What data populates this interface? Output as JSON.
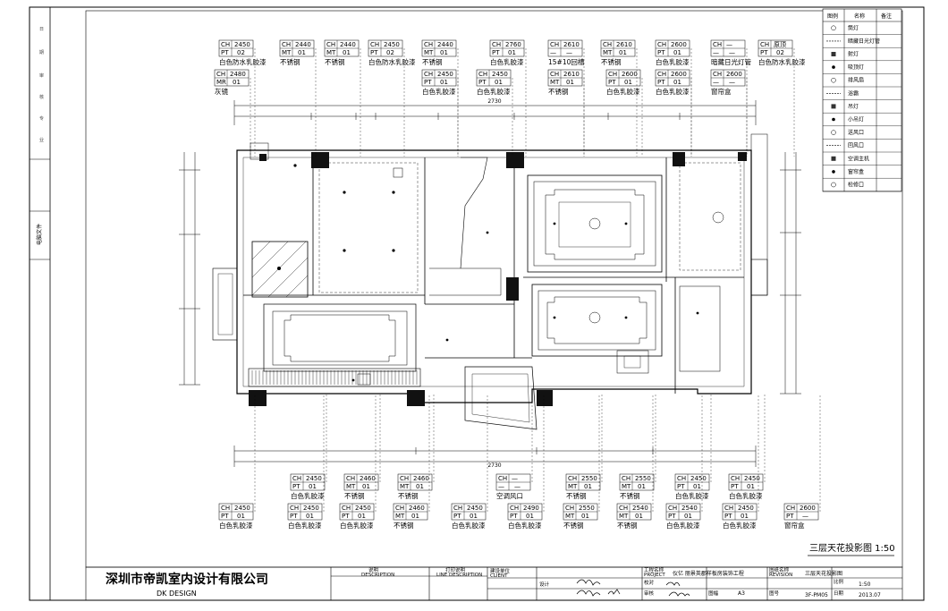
{
  "sheet_title": "三层天花投影图 1:50",
  "company": {
    "name": "深圳市帝凯室内设计有限公司",
    "english": "DK DESIGN"
  },
  "side_label": "电脑文件",
  "legend": {
    "header": [
      "图例",
      "名称",
      "备注"
    ],
    "items": [
      {
        "icon": "downlight-icon",
        "name": "筒灯"
      },
      {
        "icon": "led-strip-icon",
        "name": "暗藏日光灯管"
      },
      {
        "icon": "spotlight-icon",
        "name": "射灯"
      },
      {
        "icon": "ceiling-lamp-icon",
        "name": "吸顶灯"
      },
      {
        "icon": "exhaust-fan-icon",
        "name": "排风扇"
      },
      {
        "icon": "heater-icon",
        "name": "浴霸"
      },
      {
        "icon": "pendant-lamp-icon",
        "name": "吊灯"
      },
      {
        "icon": "small-spot-icon",
        "name": "小吊灯"
      },
      {
        "icon": "supply-vent-icon",
        "name": "送风口"
      },
      {
        "icon": "return-vent-icon",
        "name": "回风口"
      },
      {
        "icon": "ac-line-icon",
        "name": "空调主机"
      },
      {
        "icon": "curtain-box-icon",
        "name": "窗帘盒"
      },
      {
        "icon": "access-panel-icon",
        "name": "检修口"
      }
    ]
  },
  "top_tags_row1": [
    {
      "ch": "2450",
      "code": "PT",
      "num": "02",
      "name": "白色防水乳胶漆"
    },
    {
      "ch": "2440",
      "code": "MT",
      "num": "01",
      "name": "不锈钢"
    },
    {
      "ch": "2440",
      "code": "MT",
      "num": "01",
      "name": "不锈钢"
    },
    {
      "ch": "2450",
      "code": "PT",
      "num": "02",
      "name": "白色防水乳胶漆"
    },
    {
      "ch": "2440",
      "code": "MT",
      "num": "01",
      "name": "不锈钢"
    },
    {
      "ch": "2760",
      "code": "PT",
      "num": "01",
      "name": "白色乳胶漆"
    },
    {
      "ch": "2610",
      "code": "—",
      "num": "—",
      "name": "15#10回槽"
    },
    {
      "ch": "2610",
      "code": "MT",
      "num": "01",
      "name": "不锈钢"
    },
    {
      "ch": "2600",
      "code": "PT",
      "num": "01",
      "name": "白色乳胶漆"
    },
    {
      "ch": "—",
      "code": "—",
      "num": "—",
      "name": "暗藏日光灯管"
    },
    {
      "ch": "原顶",
      "code": "PT",
      "num": "02",
      "name": "白色防水乳胶漆"
    }
  ],
  "top_tags_row2": [
    {
      "ch": "2480",
      "code": "MR",
      "num": "01",
      "name": "灰镜"
    },
    {
      "ch": "2450",
      "code": "PT",
      "num": "01",
      "name": "白色乳胶漆"
    },
    {
      "ch": "2450",
      "code": "PT",
      "num": "01",
      "name": "白色乳胶漆"
    },
    {
      "ch": "2610",
      "code": "MT",
      "num": "01",
      "name": "不锈钢"
    },
    {
      "ch": "2600",
      "code": "PT",
      "num": "01",
      "name": "白色乳胶漆"
    },
    {
      "ch": "2600",
      "code": "PT",
      "num": "01",
      "name": "白色乳胶漆"
    },
    {
      "ch": "2600",
      "code": "—",
      "num": "—",
      "name": "窗帘盒"
    }
  ],
  "bottom_tags_row1": [
    {
      "ch": "2450",
      "code": "PT",
      "num": "01",
      "name": "白色乳胶漆"
    },
    {
      "ch": "2460",
      "code": "MT",
      "num": "01",
      "name": "不锈钢"
    },
    {
      "ch": "2460",
      "code": "MT",
      "num": "01",
      "name": "不锈钢"
    },
    {
      "ch": "—",
      "code": "—",
      "num": "—",
      "name": "空调风口"
    },
    {
      "ch": "2550",
      "code": "MT",
      "num": "01",
      "name": "不锈钢"
    },
    {
      "ch": "2550",
      "code": "MT",
      "num": "01",
      "name": "不锈钢"
    },
    {
      "ch": "2450",
      "code": "PT",
      "num": "01",
      "name": "白色乳胶漆"
    },
    {
      "ch": "2450",
      "code": "PT",
      "num": "01",
      "name": "白色乳胶漆"
    }
  ],
  "bottom_tags_row2": [
    {
      "ch": "2450",
      "code": "PT",
      "num": "01",
      "name": "白色乳胶漆"
    },
    {
      "ch": "2450",
      "code": "PT",
      "num": "01",
      "name": "白色乳胶漆"
    },
    {
      "ch": "2450",
      "code": "PT",
      "num": "01",
      "name": "白色乳胶漆"
    },
    {
      "ch": "2460",
      "code": "MT",
      "num": "01",
      "name": "不锈钢"
    },
    {
      "ch": "2450",
      "code": "PT",
      "num": "01",
      "name": "白色乳胶漆"
    },
    {
      "ch": "2490",
      "code": "PT",
      "num": "01",
      "name": "白色乳胶漆"
    },
    {
      "ch": "2550",
      "code": "MT",
      "num": "01",
      "name": "不锈钢"
    },
    {
      "ch": "2540",
      "code": "MT",
      "num": "01",
      "name": "不锈钢"
    },
    {
      "ch": "2540",
      "code": "PT",
      "num": "01",
      "name": "白色乳胶漆"
    },
    {
      "ch": "2450",
      "code": "PT",
      "num": "01",
      "name": "白色乳胶漆"
    },
    {
      "ch": "2600",
      "code": "PT",
      "num": "—",
      "name": "窗帘盒"
    }
  ],
  "dims": {
    "top_total": "2730",
    "bottom_total": "2730"
  },
  "title_block": {
    "notes_header": "说明",
    "notes_sub": "DESCRIPTION",
    "print_header": "打印说明",
    "print_sub": "LINE DESCRIPTION",
    "client_label": "建设单位",
    "client_sub": "CLIENT",
    "project_label": "工程名称",
    "project_sub": "PROJECT",
    "project_name": "仪亿 丽景英郡样板房装饰工程",
    "drawing_label": "图纸名称",
    "drawing_sub": "REVISION",
    "drawing_name": "三层天花投影图",
    "designer_label": "设计",
    "checker_label": "校对",
    "approver_label": "审核",
    "scale_label": "比例",
    "scale_value": "1:50",
    "frame_label": "图幅",
    "frame_value": "A3",
    "number_label": "图号",
    "number_value": "3F-PM05",
    "date_label": "日期",
    "date_value": "2013.07"
  }
}
